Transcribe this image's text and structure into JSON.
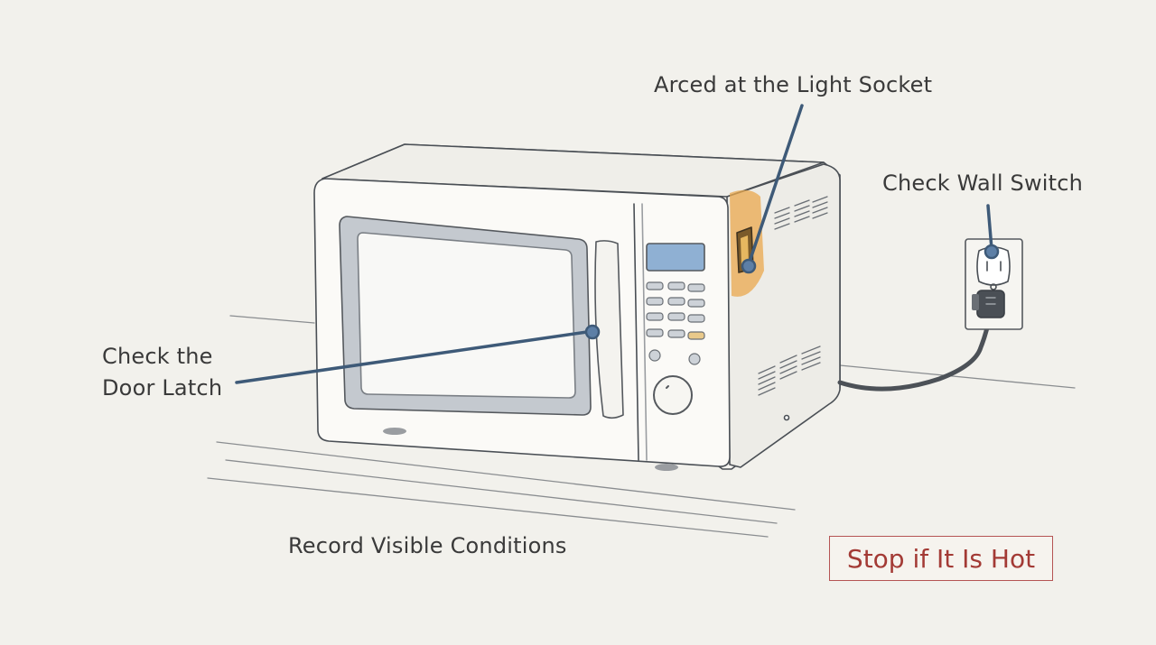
{
  "labels": {
    "light_socket": "Arced at the Light Socket",
    "wall_switch": "Check Wall Switch",
    "door_latch_line1": "Check the",
    "door_latch_line2": "Door Latch",
    "record": "Record Visible Conditions",
    "warning": "Stop if It Is Hot"
  },
  "icons": [
    "microwave-icon",
    "wall-outlet-icon",
    "plug-icon",
    "scorch-mark-icon",
    "control-knob-icon"
  ],
  "colors": {
    "background": "#f2f1ec",
    "line": "#3f4a55",
    "callout_line": "#3e5a78",
    "callout_dot": "#5d7fa6",
    "scorch": "#e9a84e",
    "display": "#8fb0d3",
    "warning": "#a33a35"
  }
}
